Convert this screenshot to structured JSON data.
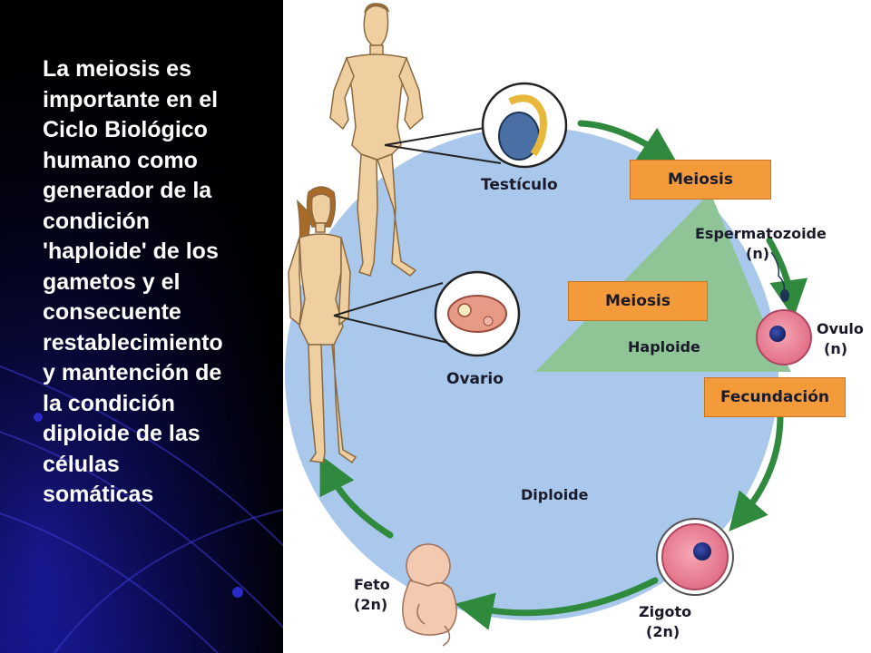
{
  "left_text": {
    "lines": [
      "La meiosis es",
      "importante en el",
      "Ciclo Biológico",
      "humano como",
      "generador de la",
      "condición",
      "'haploide' de los",
      "gametos y el",
      "consecuente",
      "restablecimiento",
      "y mantención de",
      "la condición",
      "diploide de las",
      "células",
      "somáticas"
    ]
  },
  "diagram": {
    "testiculo": "Testículo",
    "ovario": "Ovario",
    "meiosis_top": "Meiosis",
    "meiosis_mid": "Meiosis",
    "espermatozoide": "Espermatozoide",
    "espermatozoide_n": "(n)",
    "ovulo": "Ovulo",
    "ovulo_n": "(n)",
    "haploide": "Haploide",
    "fecundacion": "Fecundación",
    "diploide": "Diploide",
    "feto": "Feto",
    "feto_n": "(2n)",
    "zigoto": "Zigoto",
    "zigoto_n": "(2n)"
  },
  "colors": {
    "diploid_circle": "#a9c8ec",
    "haploid_triangle": "#8fc496",
    "arrow_green": "#2f8a3d",
    "box_orange": "#f39a3b",
    "skin": "#efcf9f"
  },
  "icons": [
    "male-figure",
    "female-figure",
    "testicle-icon",
    "ovary-icon",
    "sperm-icon",
    "ovum-icon",
    "zygote-icon",
    "fetus-icon"
  ]
}
